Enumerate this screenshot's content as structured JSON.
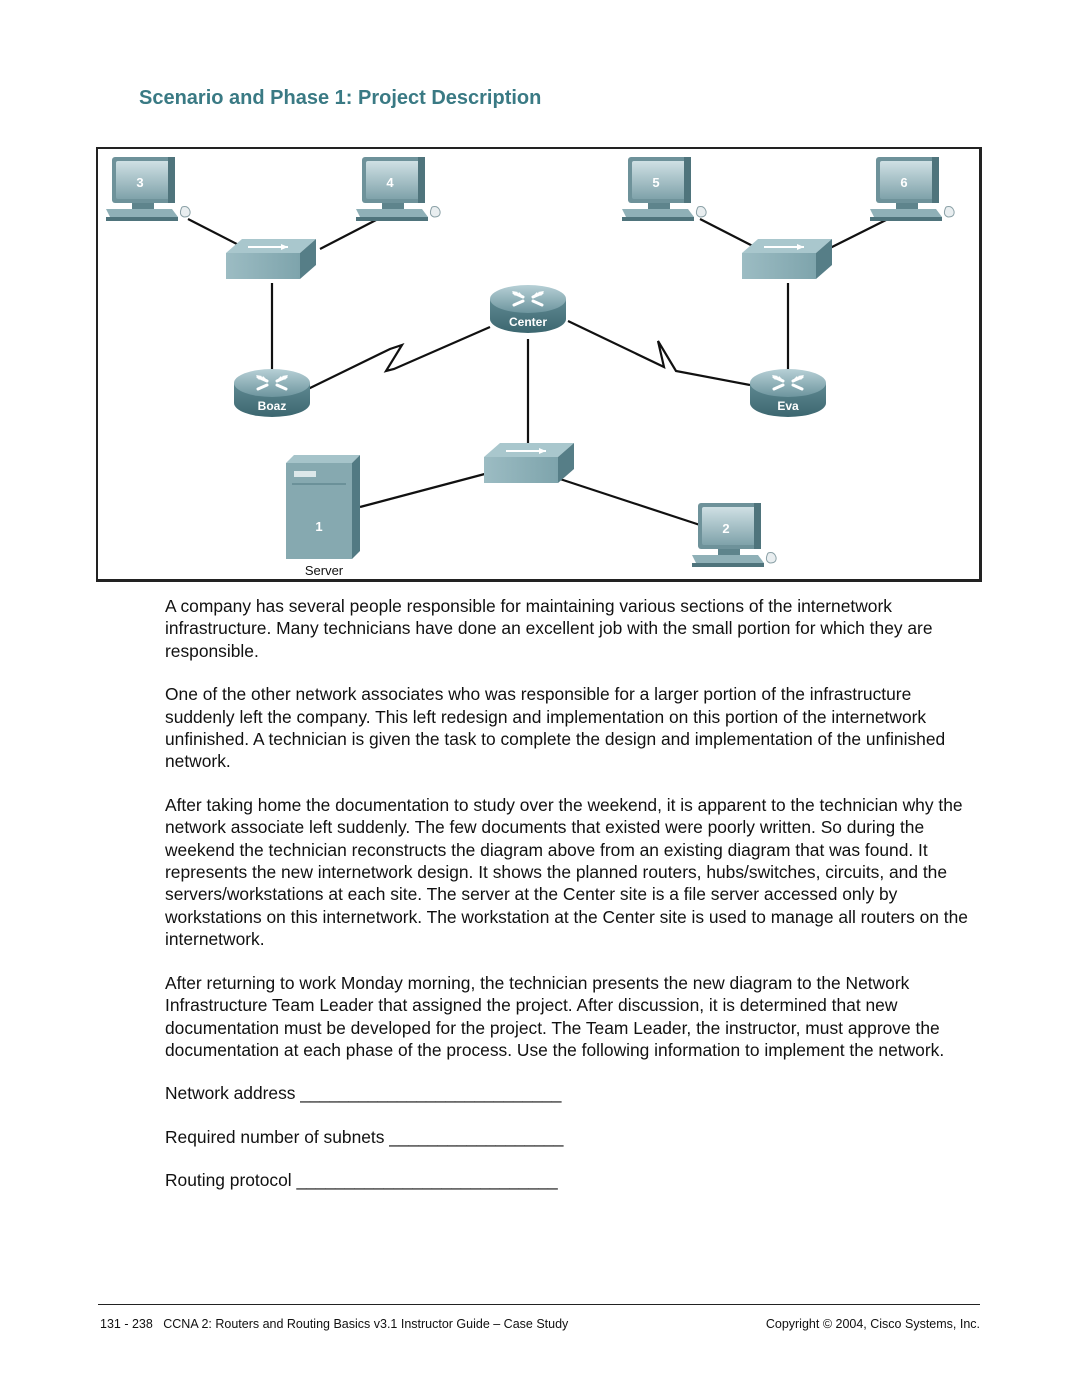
{
  "heading": "Scenario and Phase 1: Project Description",
  "diagram": {
    "workstations": [
      "3",
      "4",
      "5",
      "6",
      "2"
    ],
    "routers": [
      "Center",
      "Boaz",
      "Eva"
    ],
    "server_number": "1",
    "server_caption": "Server"
  },
  "paragraphs": [
    "A company has several people responsible for maintaining various sections of the internetwork infrastructure. Many technicians have done an excellent job with the small portion for which they are responsible.",
    "One of the other network associates who was responsible for a larger portion of the infrastructure suddenly left the company. This left redesign and implementation on this portion of the internetwork unfinished. A technician is given the task to complete the design and implementation of the unfinished network.",
    "After taking home the documentation to study over the weekend, it is apparent to the technician why the network associate left suddenly. The few documents that existed were poorly written. So during the weekend the technician reconstructs the diagram above from an existing diagram that was found. It represents the new internetwork design. It shows the planned routers, hubs/switches, circuits, and the servers/workstations at each site. The server at the Center site is a file server accessed only by workstations on this internetwork. The workstation at the Center site is used to manage all routers on the internetwork.",
    "After returning to work Monday morning, the technician presents the new diagram to the Network Infrastructure Team Leader that assigned the project. After discussion, it is determined that new documentation must be developed for the project. The Team Leader, the instructor, must approve the documentation at each phase of the process. Use the following information to implement the network."
  ],
  "fields": [
    "Network address ___________________________",
    "Required number of subnets __________________",
    "Routing protocol ___________________________"
  ],
  "footer": {
    "left": "131 - 238   CCNA 2: Routers and Routing Basics v3.1 Instructor Guide – Case Study",
    "right": "Copyright © 2004, Cisco Systems, Inc."
  }
}
